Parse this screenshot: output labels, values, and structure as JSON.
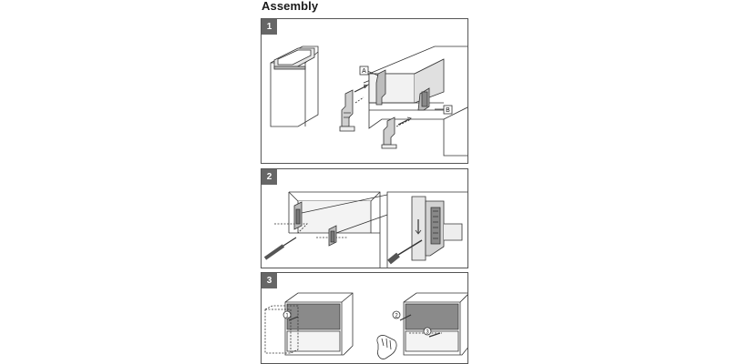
{
  "heading": "Assembly",
  "steps": [
    {
      "number": "1",
      "callouts": [
        "A",
        "B"
      ]
    },
    {
      "number": "2"
    },
    {
      "number": "3",
      "callouts": [
        "1",
        "2",
        "3"
      ]
    }
  ],
  "colors": {
    "border": "#555555",
    "badge": "#666666",
    "line": "#333333",
    "shade": "#d9d9d9"
  }
}
